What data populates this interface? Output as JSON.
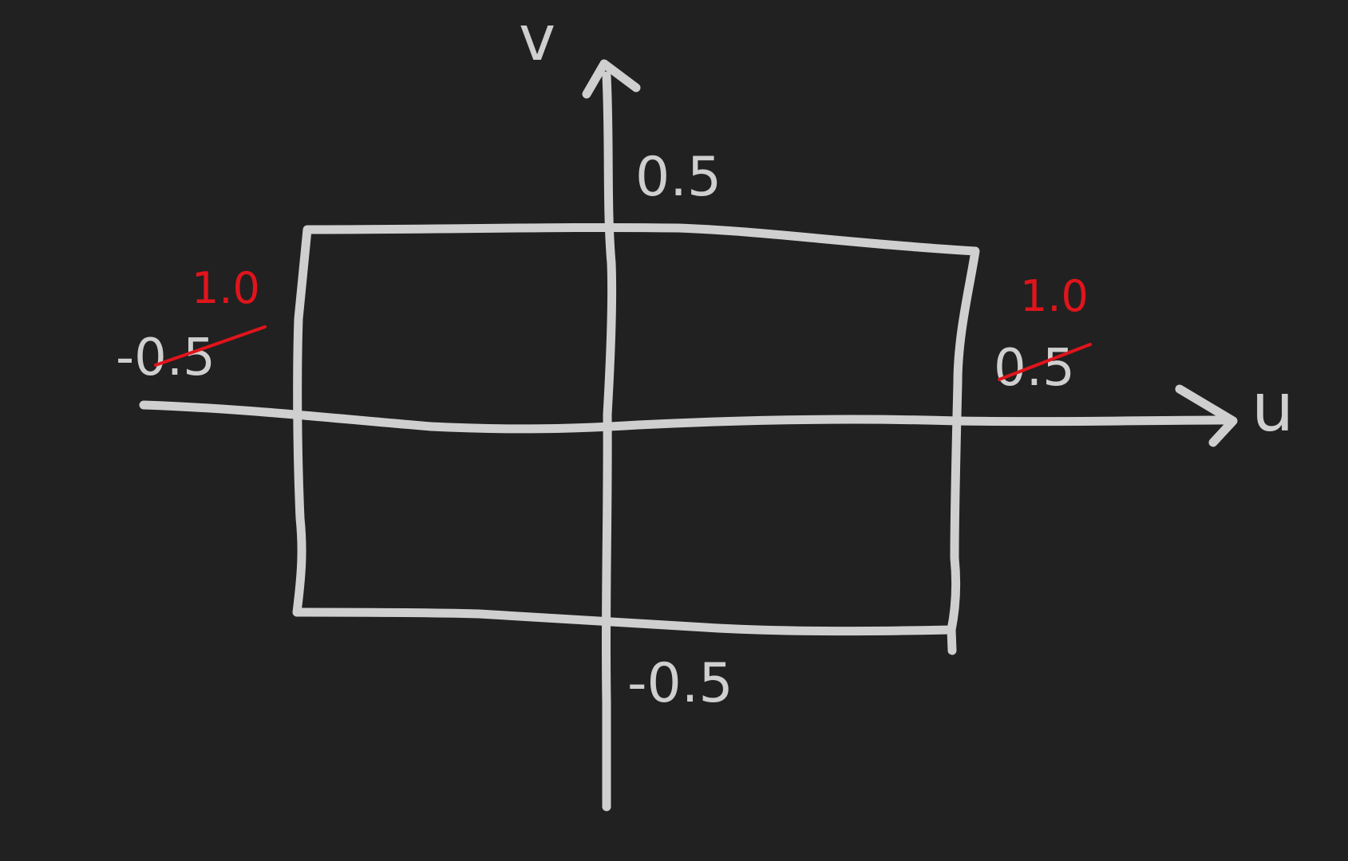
{
  "axes": {
    "horizontal_label": "u",
    "vertical_label": "v"
  },
  "labels": {
    "top": "0.5",
    "bottom": "-0.5",
    "left_old": "-0.5",
    "left_new": "1.0",
    "right_old": "0.5",
    "right_new": "1.0"
  },
  "colors": {
    "background": "#212121",
    "chalk": "#cfcfcf",
    "correction": "#e0141c"
  }
}
